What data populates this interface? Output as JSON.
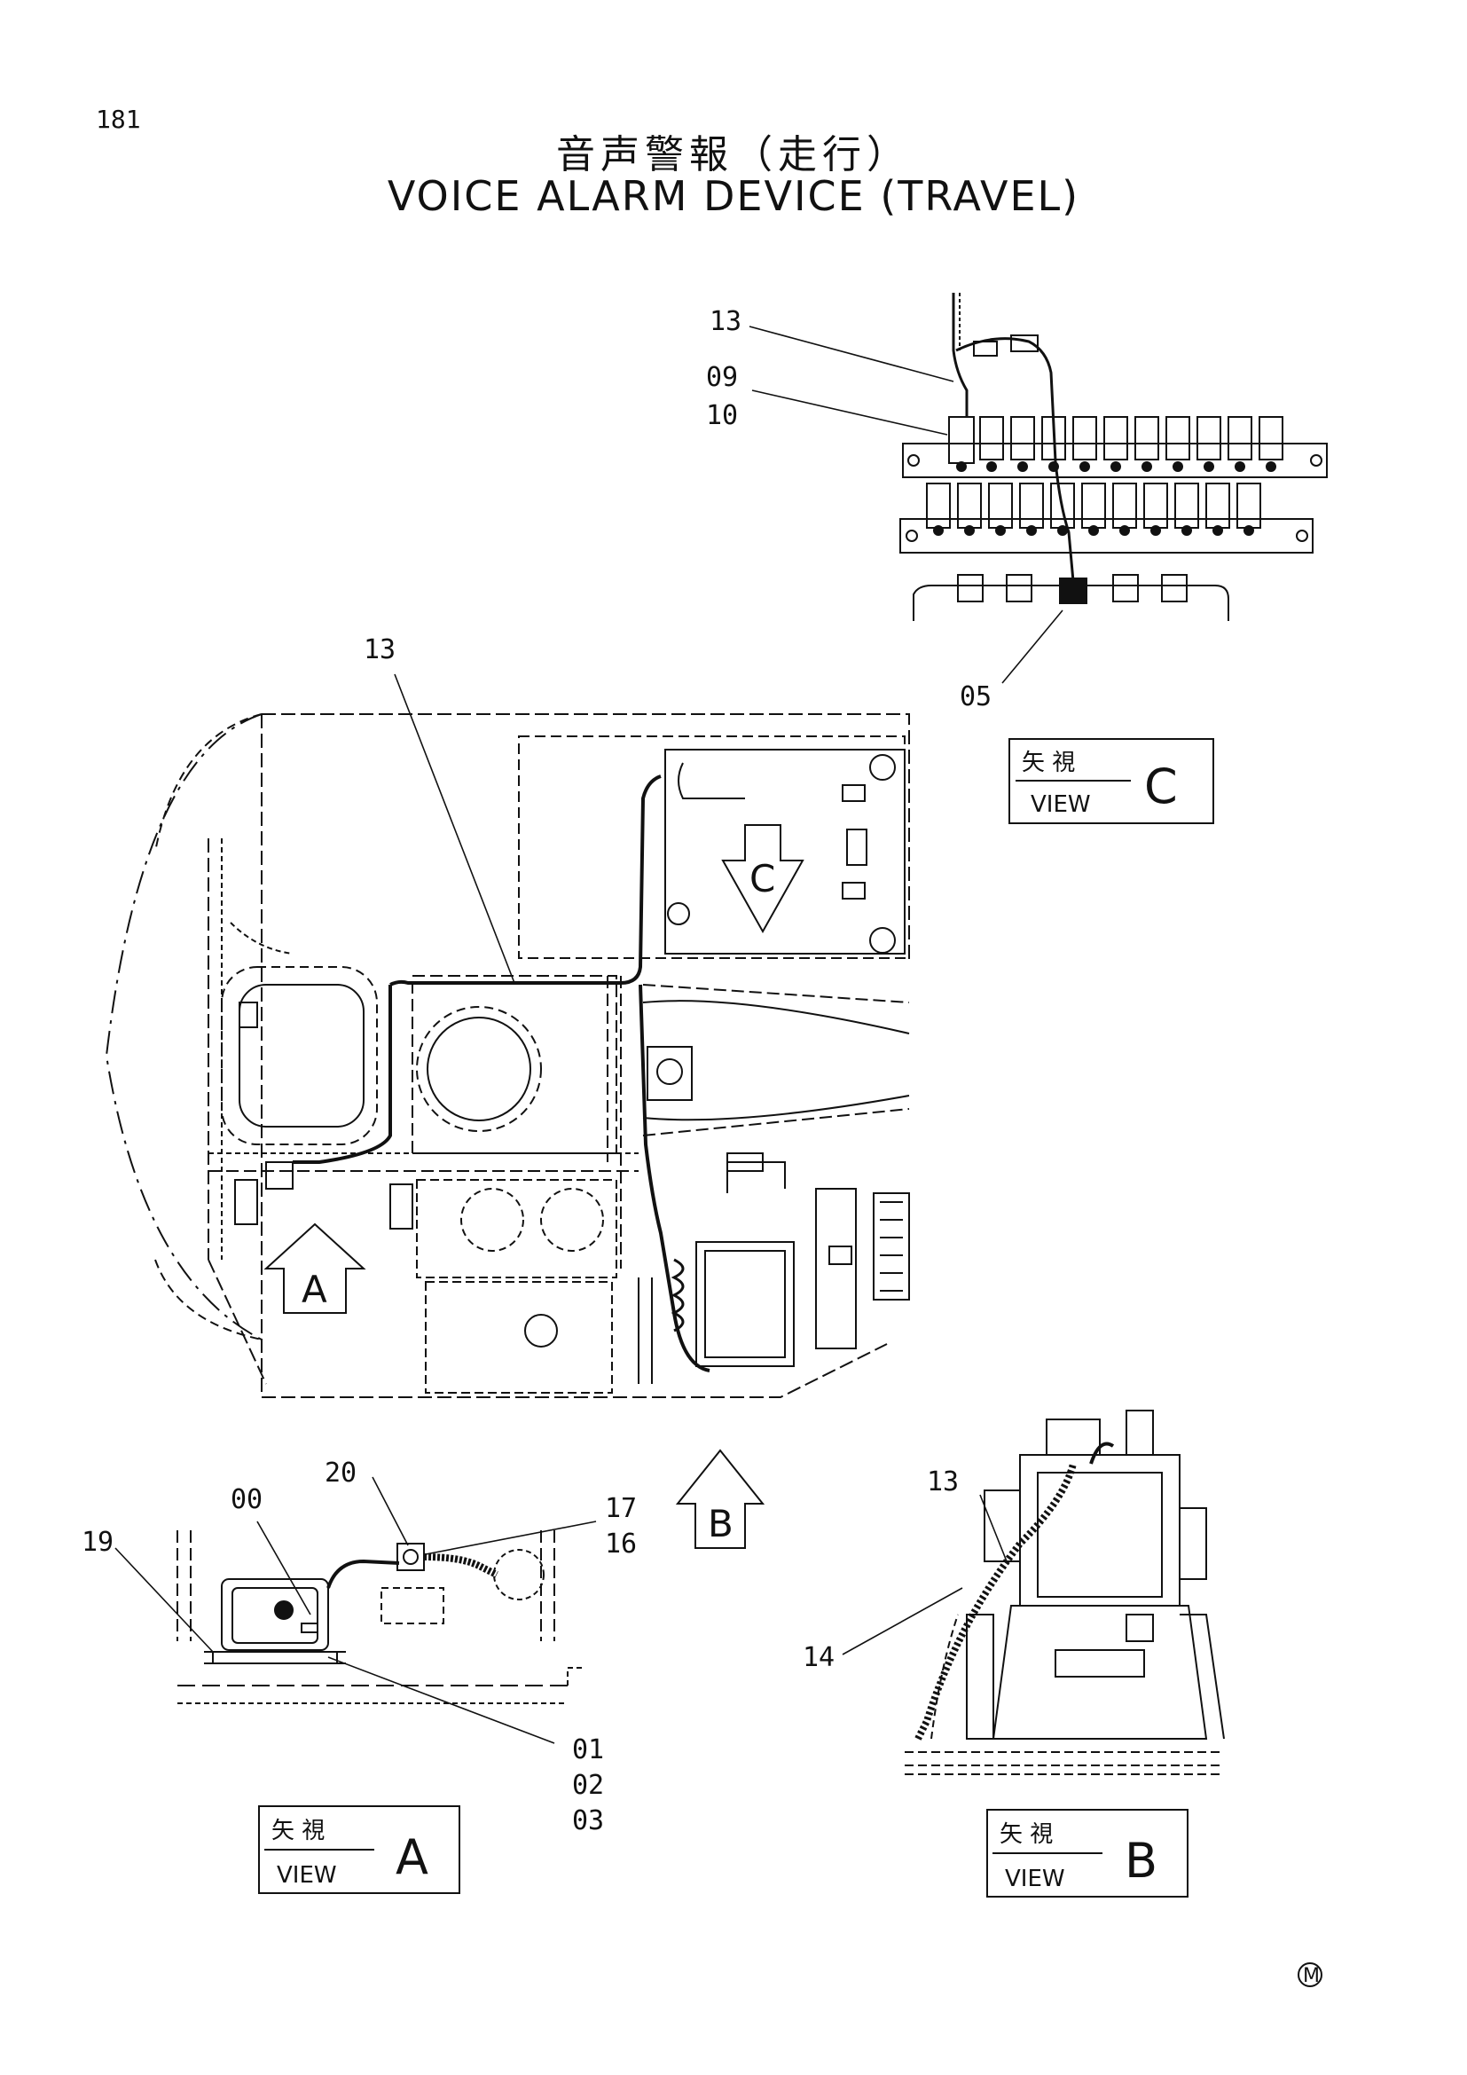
{
  "page_number": "181",
  "title": {
    "japanese": "音声警報（走行）",
    "english": "VOICE ALARM DEVICE (TRAVEL)"
  },
  "callouts": {
    "c13_top": "13",
    "c09": "09",
    "c10": "10",
    "c05": "05",
    "c13_main": "13",
    "c00": "00",
    "c20": "20",
    "c17": "17",
    "c16": "16",
    "c19": "19",
    "c01": "01",
    "c02": "02",
    "c03": "03",
    "c13_b": "13",
    "c14": "14"
  },
  "view_boxes": {
    "c": {
      "japanese": "矢 視",
      "english": "VIEW",
      "letter": "C"
    },
    "a": {
      "japanese": "矢 視",
      "english": "VIEW",
      "letter": "A"
    },
    "b": {
      "japanese": "矢 視",
      "english": "VIEW",
      "letter": "B"
    }
  },
  "direction_arrows": {
    "a": "A",
    "b": "B",
    "c": "C"
  },
  "corner_mark": "M"
}
